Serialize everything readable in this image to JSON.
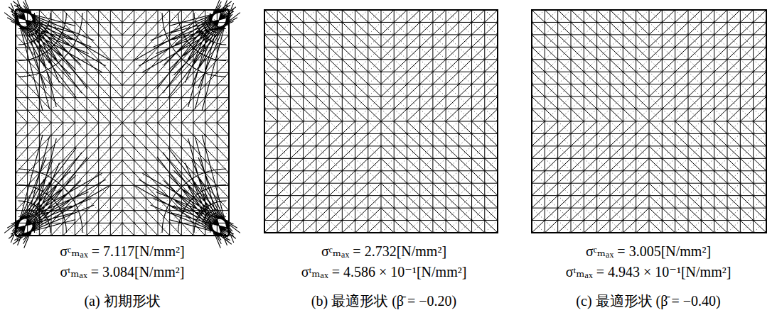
{
  "diagram": {
    "labels": [
      "σᶜₘₐₓ = 7.117[N/mm²]",
      "σᵗₘₐₓ = 3.084[N/mm²]",
      "(a) 初期形状",
      "σᶜₘₐₓ = 2.732[N/mm²]",
      "σᵗₘₐₓ = 4.586 × 10⁻¹[N/mm²]",
      "(b) 最適形状 (β̄ = −0.20)",
      "σᶜₘₐₓ = 3.005[N/mm²]",
      "σᵗₘₐₓ = 4.943 × 10⁻¹[N/mm²]",
      "(c) 最適形状 (β̄ = −0.40)"
    ]
  }
}
